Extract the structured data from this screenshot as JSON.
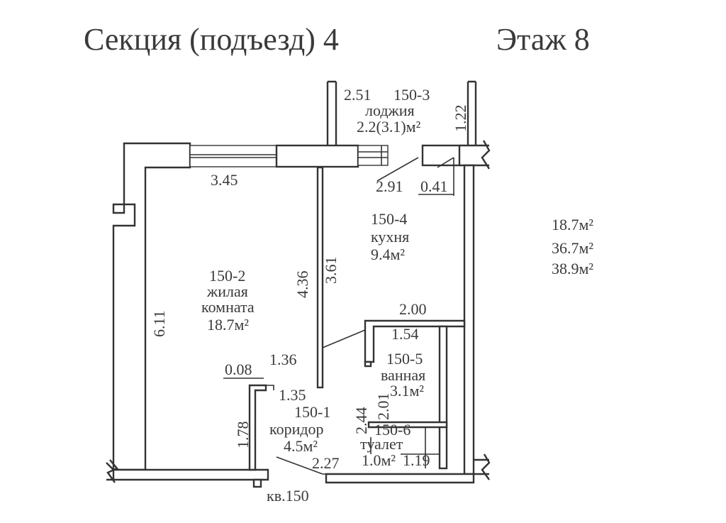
{
  "header": {
    "section": "Секция (подъезд) 4",
    "floor": "Этаж 8"
  },
  "areas_summary": [
    "18.7м²",
    "36.7м²",
    "38.9м²"
  ],
  "apartment_label": "кв.150",
  "rooms": {
    "loggia": {
      "code": "150-3",
      "name": "лоджия",
      "area": "2.2(3.1)м²"
    },
    "kitchen": {
      "code": "150-4",
      "name": "кухня",
      "area": "9.4м²"
    },
    "living": {
      "code": "150-2",
      "name_line1": "жилая",
      "name_line2": "комната",
      "area": "18.7м²"
    },
    "bathroom": {
      "code": "150-5",
      "name": "ванная",
      "area": "3.1м²"
    },
    "corridor": {
      "code": "150-1",
      "name": "коридор",
      "area": "4.5м²"
    },
    "toilet": {
      "code": "150-6",
      "name": "туалет",
      "area": "1.0м²"
    }
  },
  "dimensions": {
    "loggia_width": "2.51",
    "loggia_depth": "1.22",
    "living_width": "3.45",
    "kitchen_width": "2.91",
    "kitchen_jamb": "0.41",
    "living_depth": "6.11",
    "partition_length": "4.36",
    "kitchen_depth": "3.61",
    "bath_top": "2.00",
    "bath_inner": "1.54",
    "living_gap": "1.36",
    "wall_thickness": "0.08",
    "corridor_width": "1.35",
    "corridor_niche": "1.78",
    "corridor_depth": "2.44",
    "bath_depth": "2.01",
    "corridor_length": "2.27",
    "toilet_width": "1.19"
  }
}
